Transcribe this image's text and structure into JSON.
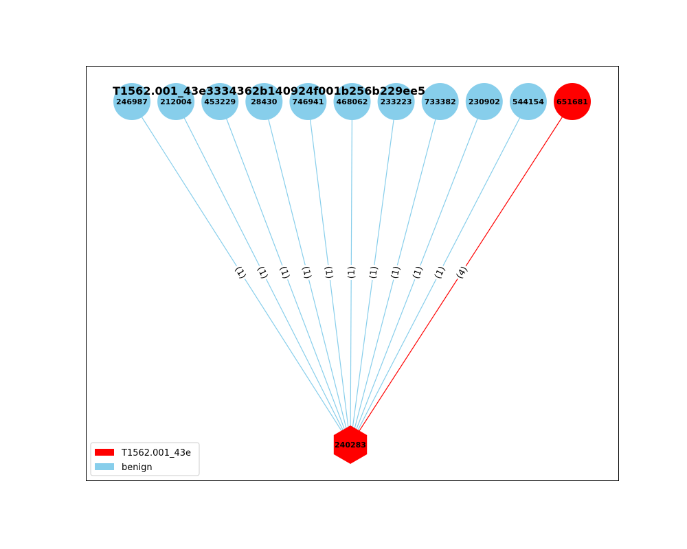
{
  "title": "T1562.001_43e3334362b140924f001b256b229ee5",
  "colors": {
    "malicious": "#ff0000",
    "benign": "#87ceeb"
  },
  "legend": [
    {
      "label": "T1562.001_43e",
      "color": "#ff0000"
    },
    {
      "label": "benign",
      "color": "#87ceeb"
    }
  ],
  "center_node": {
    "id": "240283",
    "shape": "hexagon",
    "class": "malicious"
  },
  "nodes": [
    {
      "id": "246987",
      "class": "benign",
      "edge_label": "(1)"
    },
    {
      "id": "212004",
      "class": "benign",
      "edge_label": "(1)"
    },
    {
      "id": "453229",
      "class": "benign",
      "edge_label": "(1)"
    },
    {
      "id": "28430",
      "class": "benign",
      "edge_label": "(1)"
    },
    {
      "id": "746941",
      "class": "benign",
      "edge_label": "(1)"
    },
    {
      "id": "468062",
      "class": "benign",
      "edge_label": "(1)"
    },
    {
      "id": "233223",
      "class": "benign",
      "edge_label": "(1)"
    },
    {
      "id": "733382",
      "class": "benign",
      "edge_label": "(1)"
    },
    {
      "id": "230902",
      "class": "benign",
      "edge_label": "(1)"
    },
    {
      "id": "544154",
      "class": "benign",
      "edge_label": "(1)"
    },
    {
      "id": "651681",
      "class": "malicious",
      "edge_label": "(4)"
    }
  ]
}
